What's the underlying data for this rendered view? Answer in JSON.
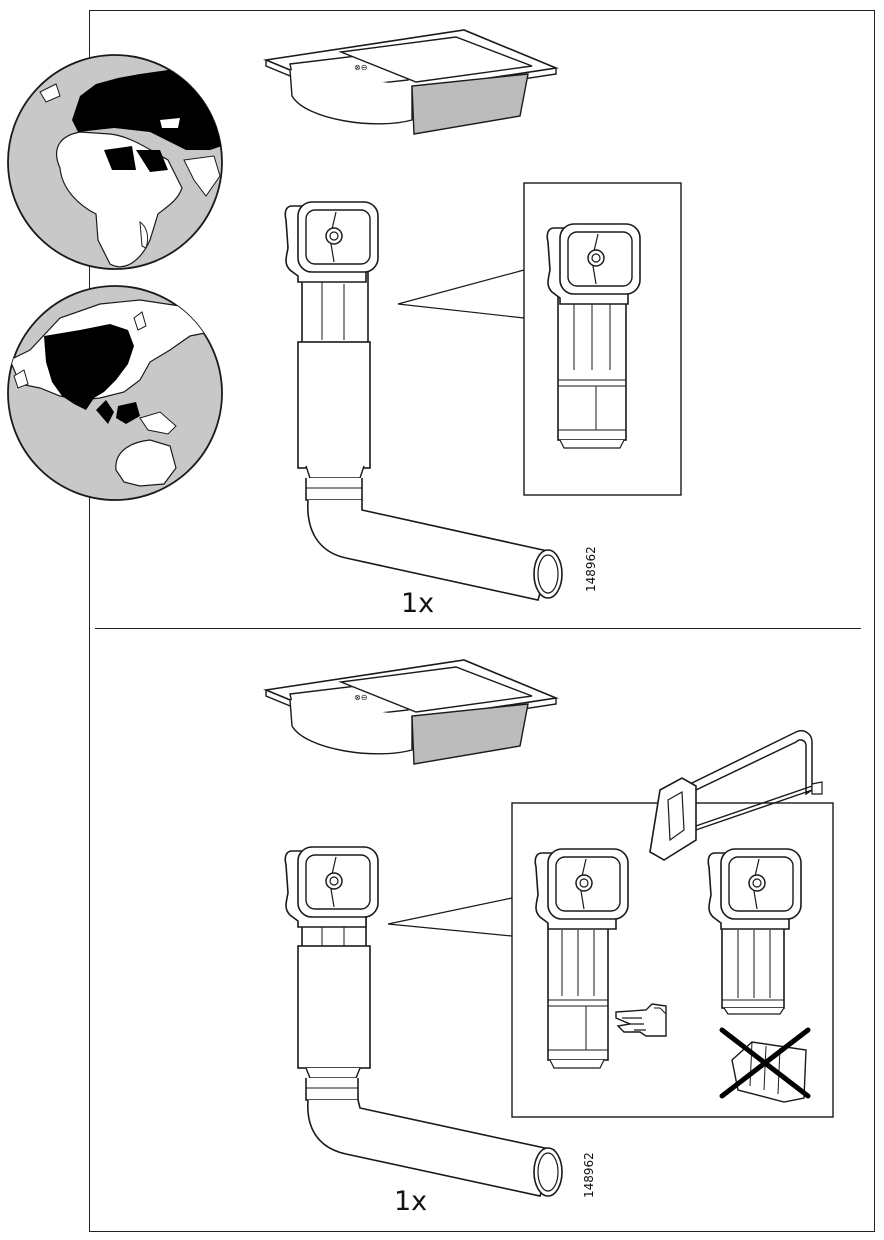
{
  "panels": [
    {
      "quantity": "1x",
      "part_number": "148962"
    },
    {
      "quantity": "1x",
      "part_number": "148962"
    }
  ],
  "colors": {
    "line": "#1a1a1a",
    "globe_ocean": "#c8c8c8",
    "land": "#ffffff",
    "highlight": "#000000",
    "sink_shade": "#bcbcbc"
  },
  "icons": [
    "europe-globe-icon",
    "asia-globe-icon",
    "pointing-hand-icon",
    "hacksaw-icon",
    "do-not-crossed-icon"
  ]
}
